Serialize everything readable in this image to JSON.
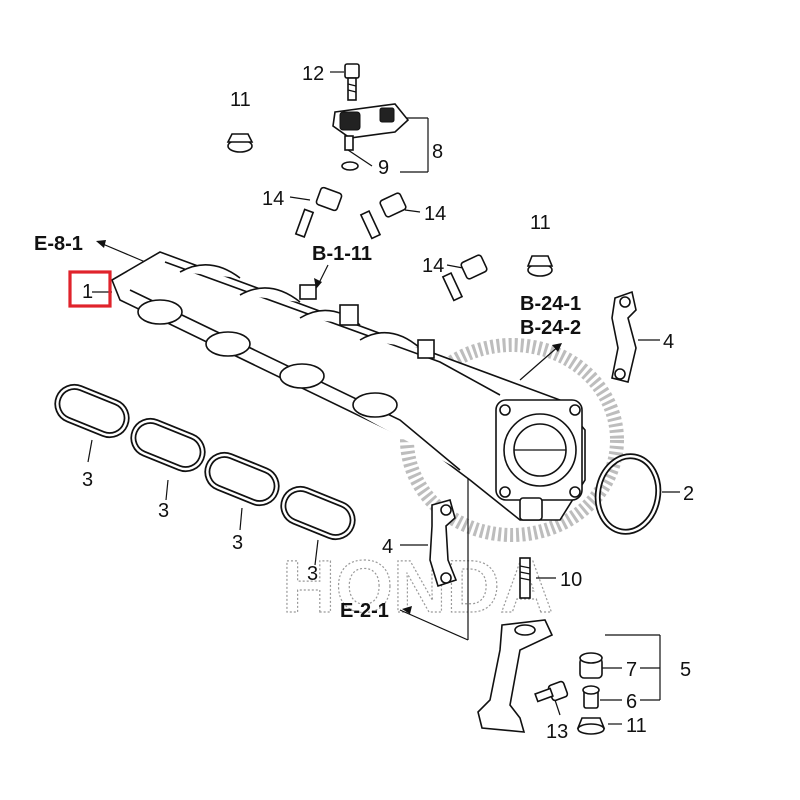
{
  "watermark": "HONDA",
  "highlight_color": "#e0232b",
  "callouts": {
    "c1": "1",
    "c2": "2",
    "c3a": "3",
    "c3b": "3",
    "c3c": "3",
    "c3d": "3",
    "c4a": "4",
    "c4b": "4",
    "c5": "5",
    "c6": "6",
    "c7": "7",
    "c8": "8",
    "c9": "9",
    "c10": "10",
    "c11a": "11",
    "c11b": "11",
    "c11c": "11",
    "c12": "12",
    "c13": "13",
    "c14a": "14",
    "c14b": "14",
    "c14c": "14"
  },
  "refs": {
    "e81": "E-8-1",
    "b111": "B-1-11",
    "b241": "B-24-1",
    "b242": "B-24-2",
    "e21": "E-2-1"
  }
}
